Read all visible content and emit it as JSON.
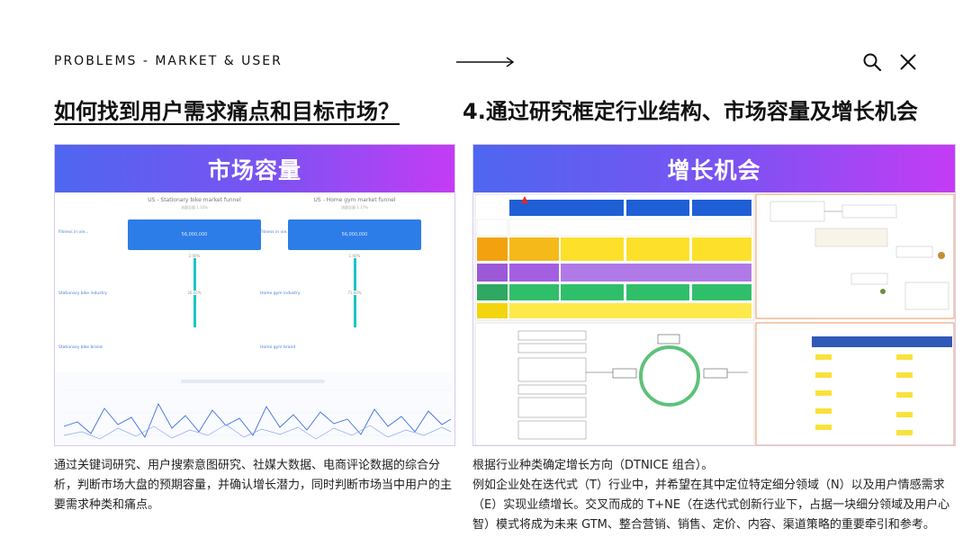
{
  "header": {
    "section_label": "PROBLEMS - MARKET & USER",
    "question": "如何找到用户需求痛点和目标市场？",
    "subtitle": "4.通过研究框定行业结构、市场容量及增长机会"
  },
  "icons": {
    "search": "search-icon",
    "close": "close-icon",
    "arrow": "arrow-right-icon"
  },
  "left_panel": {
    "title": "市场容量",
    "funnels": [
      {
        "title": "US - Stationary bike market funnel",
        "sub": "流量总量 1.10%",
        "top_label": "Fitness in vie...",
        "bar_value": "56,000,000",
        "pct1": "2.00%",
        "mid_label": "Stationary bike industry",
        "pct2": "26.00%",
        "low_label": "Stationary bike brand"
      },
      {
        "title": "US - Home gym market funnel",
        "sub": "流量总量 1.17%",
        "top_label": "Fitness in vie...",
        "bar_value": "56,000,000",
        "pct1": "1.60%",
        "mid_label": "Home gym industry",
        "pct2": "71.00%",
        "low_label": "Home gym brand"
      }
    ]
  },
  "right_panel": {
    "title": "增长机会"
  },
  "descriptions": {
    "left": "通过关键词研究、用户搜索意图研究、社媒大数据、电商评论数据的综合分析，判断市场大盘的预期容量，并确认增长潜力，同时判断市场当中用户的主要需求种类和痛点。",
    "right_line1": "根据行业种类确定增长方向（DTNICE 组合）。",
    "right_line2": "例如企业处在迭代式（T）行业中，并希望在其中定位特定细分领域（N）以及用户情感需求（E）实现业绩增长。交叉而成的 T+NE（在迭代式创新行业下，占据一块细分领域及用户心智）模式将成为未来 GTM、整合营销、销售、定价、内容、渠道策略的重要牵引和参考。"
  },
  "colors": {
    "accent_start": "#4e66f0",
    "accent_end": "#c43cf5",
    "funnel_blue": "#2d7de8",
    "funnel_teal": "#1bc6c2"
  }
}
